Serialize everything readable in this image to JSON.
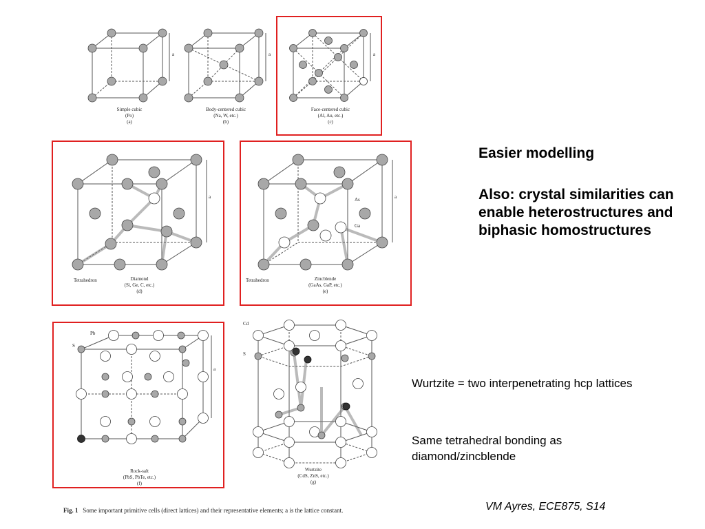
{
  "figures": [
    {
      "id": "a",
      "caption": [
        "Simple cubic",
        "(Po)",
        "(a)"
      ]
    },
    {
      "id": "b",
      "caption": [
        "Body-centered cubic",
        "(Na, W, etc.)",
        "(b)"
      ]
    },
    {
      "id": "c",
      "caption": [
        "Face-centered cubic",
        "(Al, Au, etc.)",
        "(c)"
      ]
    },
    {
      "id": "d",
      "caption": [
        "Diamond",
        "(Si, Ge, C, etc.)",
        "(d)"
      ],
      "label": "Tetrahedron"
    },
    {
      "id": "e",
      "caption": [
        "Zincblende",
        "(GaAs, GaP, etc.)",
        "(e)"
      ],
      "label": "Tetrahedron",
      "atoms": [
        "As",
        "Ga"
      ]
    },
    {
      "id": "f",
      "caption": [
        "Rock-salt",
        "(PbS, PbTe, etc.)",
        "(f)"
      ],
      "atoms": [
        "Pb",
        "S"
      ]
    },
    {
      "id": "g",
      "caption": [
        "Wurtzite",
        "(CdS, ZnS, etc.)",
        "(g)"
      ],
      "atoms": [
        "Cd",
        "S"
      ]
    }
  ],
  "lattice_symbol": "a",
  "figure_caption": {
    "label": "Fig. 1",
    "text": "Some important primitive cells (direct lattices) and their representative elements; a is the lattice constant."
  },
  "heading": "Easier modelling",
  "note": "Also: crystal similarities can enable heterostructures and biphasic homostructures",
  "wurtzite_note": "Wurtzite = two interpenetrating hcp lattices",
  "tetrahedral_note": "Same tetrahedral bonding as diamond/zincblende",
  "credit": "VM Ayres, ECE875, S14",
  "colors": {
    "frame": "#e02020",
    "atom": "#a8a8a8",
    "atom_light": "#ffffff",
    "atom_dark": "#333333"
  }
}
